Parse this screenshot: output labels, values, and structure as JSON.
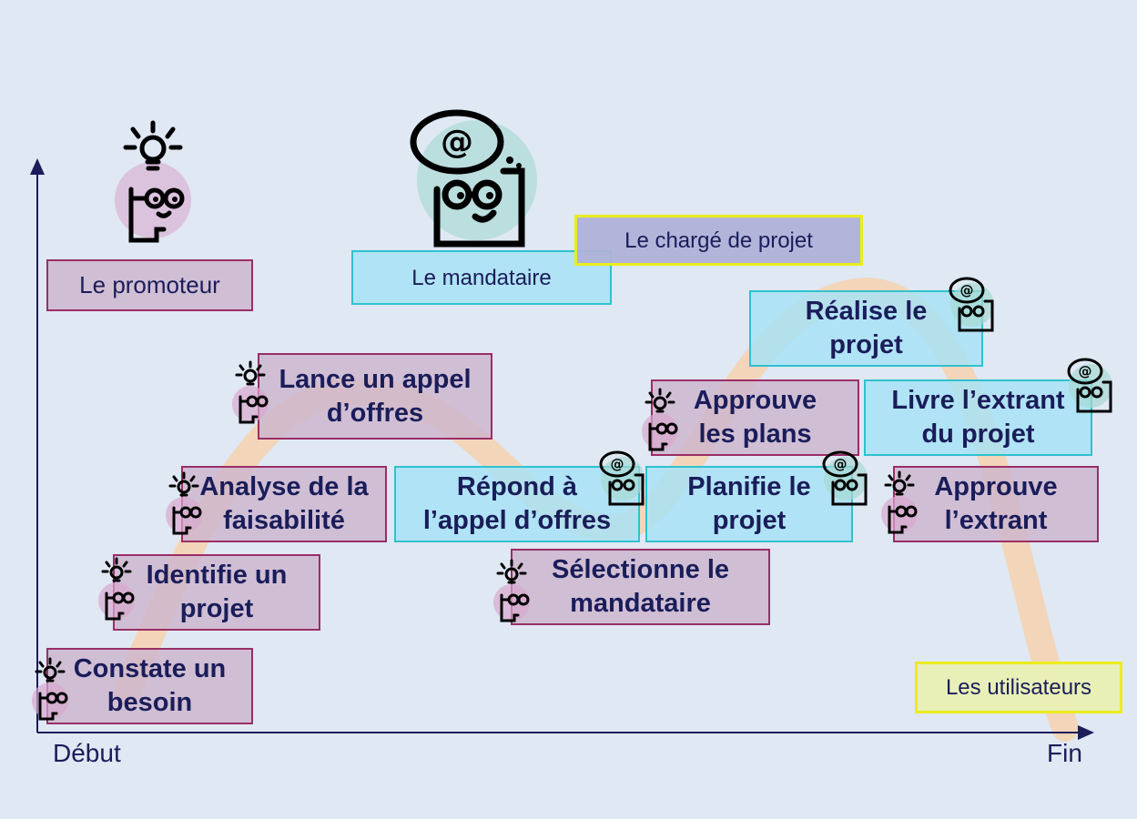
{
  "axes": {
    "start_label": "Début",
    "end_label": "Fin"
  },
  "roles": {
    "promoter": "Le promoteur",
    "mandatary": "Le mandataire",
    "project_manager": "Le chargé de projet",
    "users": "Les utilisateurs"
  },
  "steps": {
    "s1": "Constate un\nbesoin",
    "s2": "Identifie un\nprojet",
    "s3": "Analyse de la\nfaisabilité",
    "s4": "Lance un appel\nd’offres",
    "s5": "Répond à\nl’appel d’offres",
    "s6": "Sélectionne le\nmandataire",
    "s7": "Planifie le\nprojet",
    "s8": "Approuve\nles plans",
    "s9": "Réalise le\nprojet",
    "s10": "Livre l’extrant\ndu projet",
    "s11": "Approuve\nl’extrant"
  },
  "icons": {
    "promoter": "idea-person-icon",
    "mandatary": "email-person-icon"
  },
  "colors": {
    "promoter_fill": "#cdb4cd",
    "promoter_border": "#9a2e67",
    "mandatary_fill": "#a8e2f5",
    "mandatary_border": "#2fc2cf",
    "user_border": "#ecec1e",
    "axis": "#1a1d5a",
    "curve": "#f9cfa6"
  }
}
